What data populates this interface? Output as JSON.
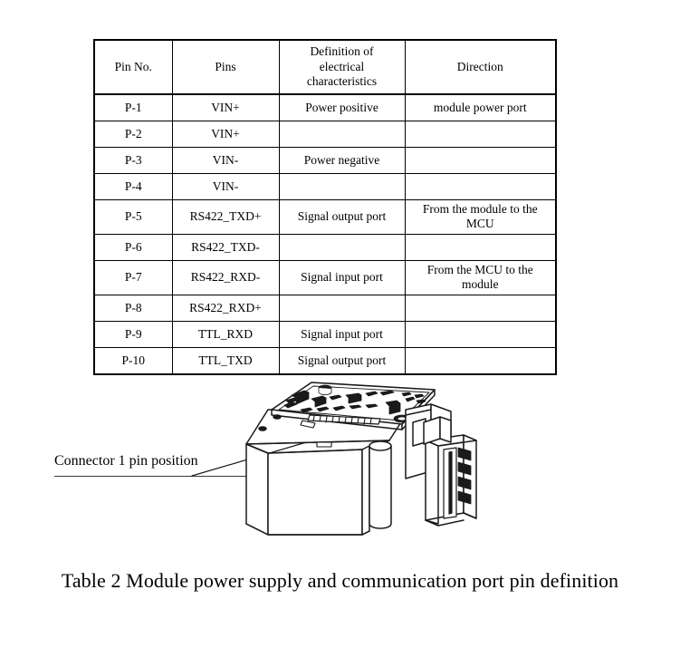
{
  "page": {
    "background_color": "#ffffff",
    "text_color": "#000000",
    "caption": "Table 2 Module power supply and communication port pin definition"
  },
  "table": {
    "name": "module-power-and-communication-port-pin-definition",
    "columns": [
      "Pin No.",
      "Pins",
      "Definition of\nelectrical\ncharacteristics",
      "Direction"
    ],
    "rows": [
      {
        "pin_no": "P-1",
        "pins": "VIN+",
        "definition": "Power positive",
        "direction": "module power port"
      },
      {
        "pin_no": "P-2",
        "pins": "VIN+",
        "definition": "",
        "direction": ""
      },
      {
        "pin_no": "P-3",
        "pins": "VIN-",
        "definition": "Power negative",
        "direction": ""
      },
      {
        "pin_no": "P-4",
        "pins": "VIN-",
        "definition": "",
        "direction": ""
      },
      {
        "pin_no": "P-5",
        "pins": "RS422_TXD+",
        "definition": "Signal output port",
        "direction": "From the module to the MCU"
      },
      {
        "pin_no": "P-6",
        "pins": "RS422_TXD-",
        "definition": "",
        "direction": ""
      },
      {
        "pin_no": "P-7",
        "pins": "RS422_RXD-",
        "definition": "Signal input port",
        "direction": "From the MCU to the module"
      },
      {
        "pin_no": "P-8",
        "pins": "RS422_RXD+",
        "definition": "",
        "direction": ""
      },
      {
        "pin_no": "P-9",
        "pins": "TTL_RXD",
        "definition": "Signal input port",
        "direction": ""
      },
      {
        "pin_no": "P-10",
        "pins": "TTL_TXD",
        "definition": "Signal output port",
        "direction": ""
      }
    ]
  },
  "figure": {
    "name": "module-isometric-line-drawing",
    "annotation_label": "Connector 1 pin position",
    "line_color": "#1a1a1a"
  }
}
